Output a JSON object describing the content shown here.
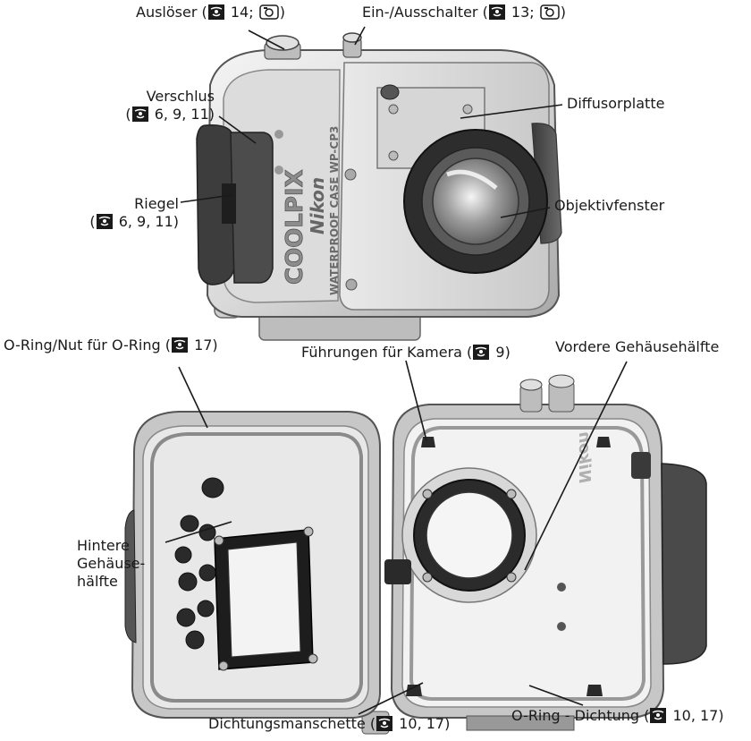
{
  "callouts": {
    "ausloeser": {
      "text": "Auslöser (",
      "pages": "14;",
      "close": ")"
    },
    "einaus": {
      "text": "Ein-/Ausschalter (",
      "pages": "13;",
      "close": ")"
    },
    "verschluss": {
      "line1": "Verschlus",
      "line2": "6, 9, 11)",
      "open": "("
    },
    "diffusor": {
      "text": "Diffusorplatte"
    },
    "riegel": {
      "line1": "Riegel",
      "line2": "6, 9, 11)",
      "open": "("
    },
    "objektiv": {
      "text": "Objektivfenster"
    },
    "oring_nut": {
      "text": "O-Ring/Nut für O-Ring (",
      "pages": "17)"
    },
    "fuehrungen": {
      "text": "Führungen für Kamera (",
      "pages": "9)"
    },
    "vordere": {
      "text": "Vordere Gehäusehälfte"
    },
    "hintere": {
      "line1": "Hintere",
      "line2": "Gehäuse-",
      "line3": "hälfte"
    },
    "dichtungsmanschette": {
      "text": "Dichtungsmanschette (",
      "pages": "10, 17)"
    },
    "oring_dichtung": {
      "text": "O-Ring - Dichtung (",
      "pages": "10, 17)"
    }
  },
  "product": {
    "brand": "COOLPIX",
    "maker": "Nikon",
    "model": "WATERPROOF CASE WP-CP3"
  },
  "icons": {
    "page_ref": "page-reference-icon",
    "camera": "camera-menu-icon"
  }
}
